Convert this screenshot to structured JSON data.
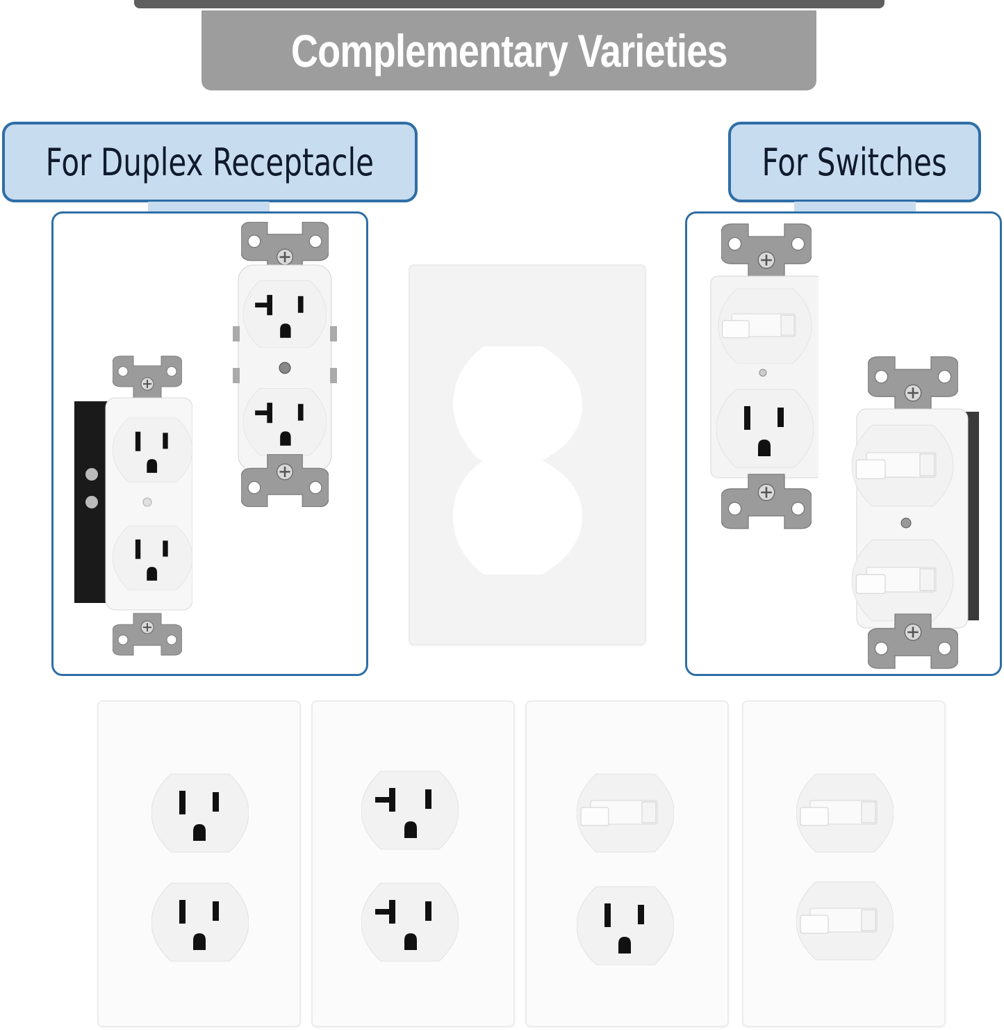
{
  "header": {
    "title": "Complementary Varieties"
  },
  "sections": {
    "receptacle": {
      "label": "For Duplex Receptacle",
      "devices": [
        "15A duplex receptacle",
        "20A duplex receptacle"
      ]
    },
    "switches": {
      "label": "For Switches",
      "devices": [
        "Switch / receptacle combination",
        "Double toggle switch"
      ]
    }
  },
  "center_plate": {
    "type": "duplex wall plate (blank)",
    "openings": 2
  },
  "bottom_plates": [
    {
      "type": "15A duplex receptacle plate"
    },
    {
      "type": "20A duplex receptacle plate"
    },
    {
      "type": "toggle switch + receptacle plate"
    },
    {
      "type": "double toggle switch plate"
    }
  ],
  "colors": {
    "title_banner": "#9d9d9d",
    "top_bar": "#5f5f5f",
    "label_fill": "#c8dcef",
    "accent_border": "#2e6ea6",
    "label_text": "#0f1a2c"
  }
}
